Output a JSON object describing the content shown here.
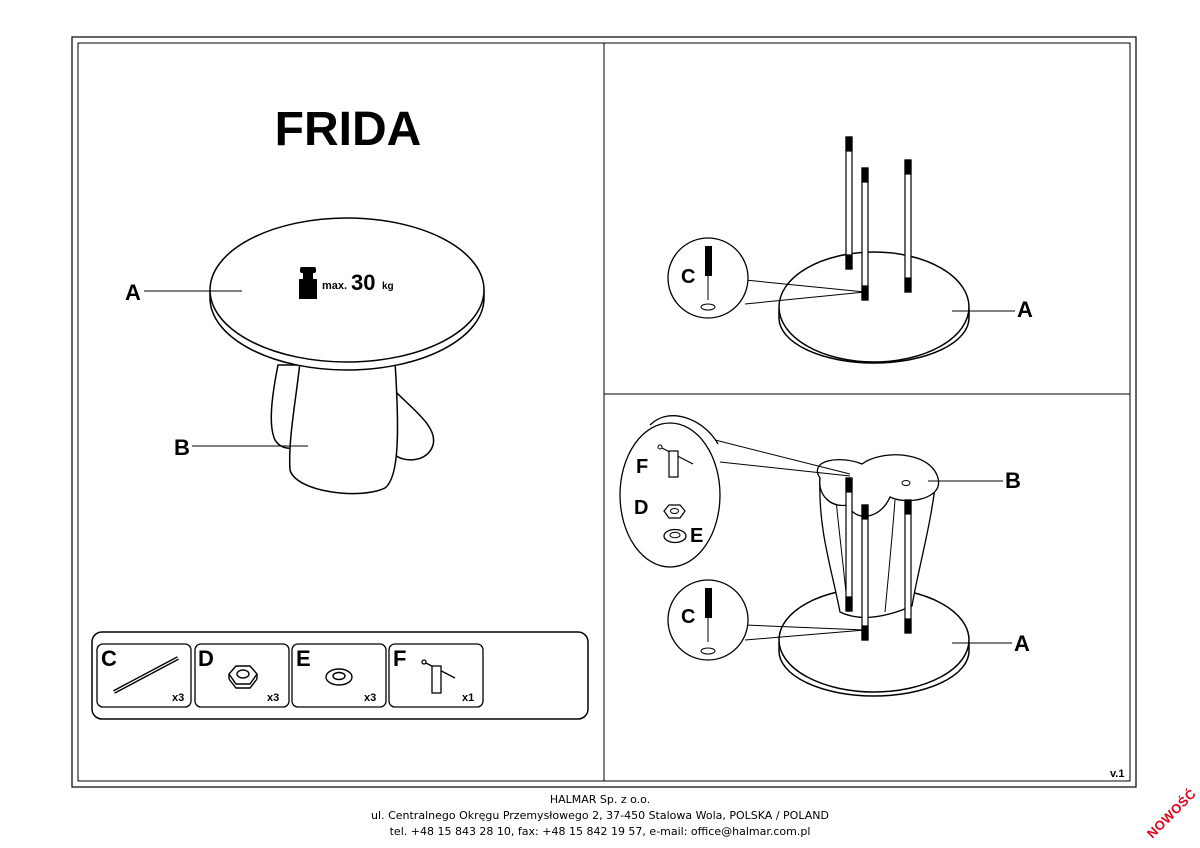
{
  "title": "FRIDA",
  "load": {
    "prefix": "max.",
    "value": "30",
    "unit": "kg"
  },
  "parts": {
    "A": "A",
    "B": "B",
    "C": "C",
    "D": "D",
    "E": "E",
    "F": "F"
  },
  "hardware": [
    {
      "letter": "C",
      "qty": "x3",
      "icon": "threaded-rod-icon"
    },
    {
      "letter": "D",
      "qty": "x3",
      "icon": "hex-nut-icon"
    },
    {
      "letter": "E",
      "qty": "x3",
      "icon": "washer-icon"
    },
    {
      "letter": "F",
      "qty": "x1",
      "icon": "allen-key-icon"
    }
  ],
  "version": "v.1",
  "footer": {
    "company": "HALMAR Sp. z o.o.",
    "address": "ul. Centralnego Okręgu Przemysłowego 2, 37-450 Stalowa Wola, POLSKA / POLAND",
    "contact": "tel. +48 15 843 28 10, fax: +48 15 842 19 57, e-mail: office@halmar.com.pl"
  },
  "badge": "NOWOŚĆ"
}
